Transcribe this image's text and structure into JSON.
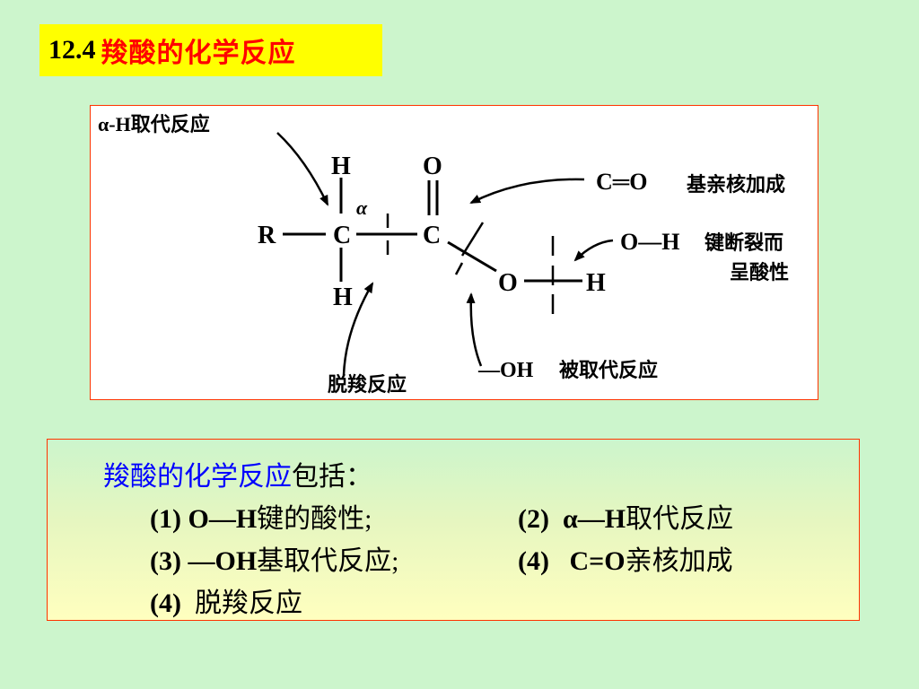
{
  "title": {
    "number": "12.4",
    "text": "羧酸的化学反应"
  },
  "diagram": {
    "alpha_h_label": "α-H取代反应",
    "atom_h_top": "H",
    "atom_o_top": "O",
    "atom_r": "R",
    "atom_c1": "C",
    "atom_c2": "C",
    "atom_alpha": "α",
    "atom_h_bottom": "H",
    "atom_o_ester": "O",
    "atom_h_right": "H",
    "co_label_formula": "C═O",
    "co_label_text": "基亲核加成",
    "oh_label_formula": "O—H",
    "oh_label_text_1": "键断裂而",
    "oh_label_text_2": "呈酸性",
    "decarbox_label": "脱羧反应",
    "oh_sub_formula": "—OH",
    "oh_sub_text": "被取代反应"
  },
  "summary": {
    "heading": "羧酸的化学反应",
    "heading_suffix": "包括：",
    "items": [
      {
        "num": "(1)",
        "bold": "O—H",
        "text": "键的酸性;"
      },
      {
        "num": "(2)",
        "bold": "α—H",
        "text": "取代反应"
      },
      {
        "num": "(3)",
        "bold": "—OH",
        "text": "基取代反应;"
      },
      {
        "num": "(4)",
        "bold": "C=O",
        "text": "亲核加成"
      },
      {
        "num": "(4)",
        "bold": "",
        "text": "脱羧反应"
      }
    ]
  }
}
